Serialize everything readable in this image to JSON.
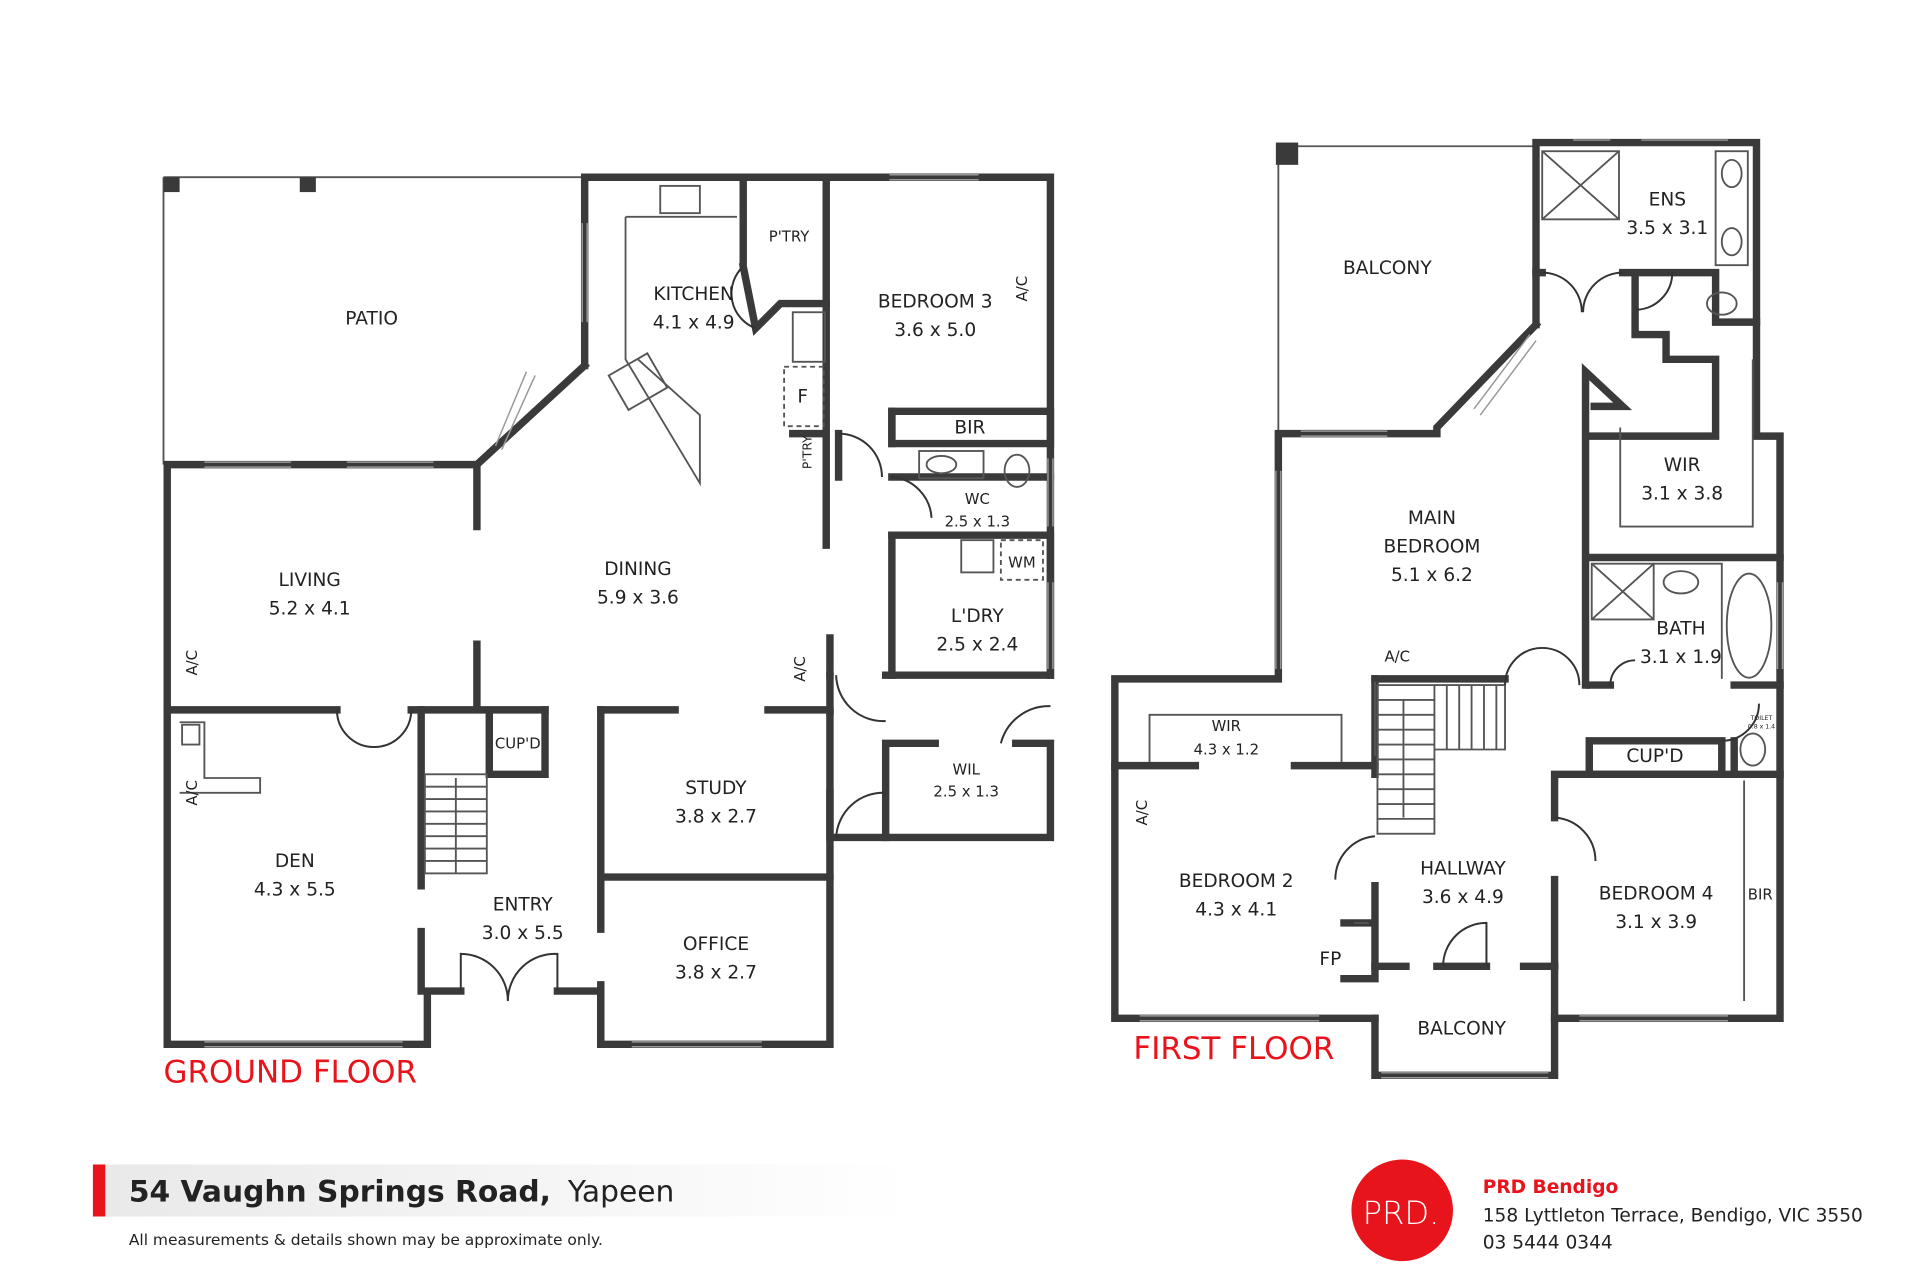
{
  "ground_floor": {
    "title": "GROUND FLOOR",
    "rooms": {
      "patio": {
        "name": "PATIO"
      },
      "kitchen": {
        "name": "KITCHEN",
        "size": "4.1 x 4.9"
      },
      "pantry1": {
        "name": "P'TRY"
      },
      "bedroom3": {
        "name": "BEDROOM 3",
        "size": "3.6 x 5.0"
      },
      "ac1": {
        "name": "A/C"
      },
      "bir": {
        "name": "BIR"
      },
      "fridge": {
        "name": "F"
      },
      "pantry2": {
        "name": "P'TRY"
      },
      "wc": {
        "name": "WC",
        "size": "2.5 x 1.3"
      },
      "living": {
        "name": "LIVING",
        "size": "5.2 x 4.1"
      },
      "dining": {
        "name": "DINING",
        "size": "5.9 x 3.6"
      },
      "ac2": {
        "name": "A/C"
      },
      "ac3": {
        "name": "A/C"
      },
      "wm": {
        "name": "WM"
      },
      "laundry": {
        "name": "L'DRY",
        "size": "2.5 x 2.4"
      },
      "cupboard": {
        "name": "CUP'D"
      },
      "study": {
        "name": "STUDY",
        "size": "3.8 x 2.7"
      },
      "wil": {
        "name": "WIL",
        "size": "2.5 x 1.3"
      },
      "den": {
        "name": "DEN",
        "size": "4.3 x 5.5"
      },
      "ac4": {
        "name": "A/C"
      },
      "entry": {
        "name": "ENTRY",
        "size": "3.0 x 5.5"
      },
      "office": {
        "name": "OFFICE",
        "size": "3.8 x 2.7"
      }
    }
  },
  "first_floor": {
    "title": "FIRST FLOOR",
    "rooms": {
      "balcony1": {
        "name": "BALCONY"
      },
      "ensuite": {
        "name": "ENS",
        "size": "3.5 x 3.1"
      },
      "main_bedroom": {
        "name": "MAIN",
        "name2": "BEDROOM",
        "size": "5.1 x 6.2"
      },
      "wir1": {
        "name": "WIR",
        "size": "3.1 x 3.8"
      },
      "ac1": {
        "name": "A/C"
      },
      "bath": {
        "name": "BATH",
        "size": "3.1 x 1.9"
      },
      "wir2": {
        "name": "WIR",
        "size": "4.3 x 1.2"
      },
      "toilet": {
        "name": "TOILET",
        "size": "0.8 x 1.4"
      },
      "cupboard": {
        "name": "CUP'D"
      },
      "ac2": {
        "name": "A/C"
      },
      "bedroom2": {
        "name": "BEDROOM 2",
        "size": "4.3 x 4.1"
      },
      "hallway": {
        "name": "HALLWAY",
        "size": "3.6 x 4.9"
      },
      "bedroom4": {
        "name": "BEDROOM 4",
        "size": "3.1 x 3.9"
      },
      "bir": {
        "name": "BIR"
      },
      "fireplace": {
        "name": "FP"
      },
      "balcony2": {
        "name": "BALCONY"
      }
    }
  },
  "footer": {
    "address_street": "54 Vaughn Springs Road,",
    "address_suburb": "Yapeen",
    "disclaimer": "All measurements & details shown may be approximate only.",
    "logo_text": "PRD.",
    "agency": "PRD Bendigo",
    "agency_address": "158 Lyttleton Terrace, Bendigo, VIC 3550",
    "phone": "03 5444 0344",
    "accent_color": "#e8141c"
  }
}
